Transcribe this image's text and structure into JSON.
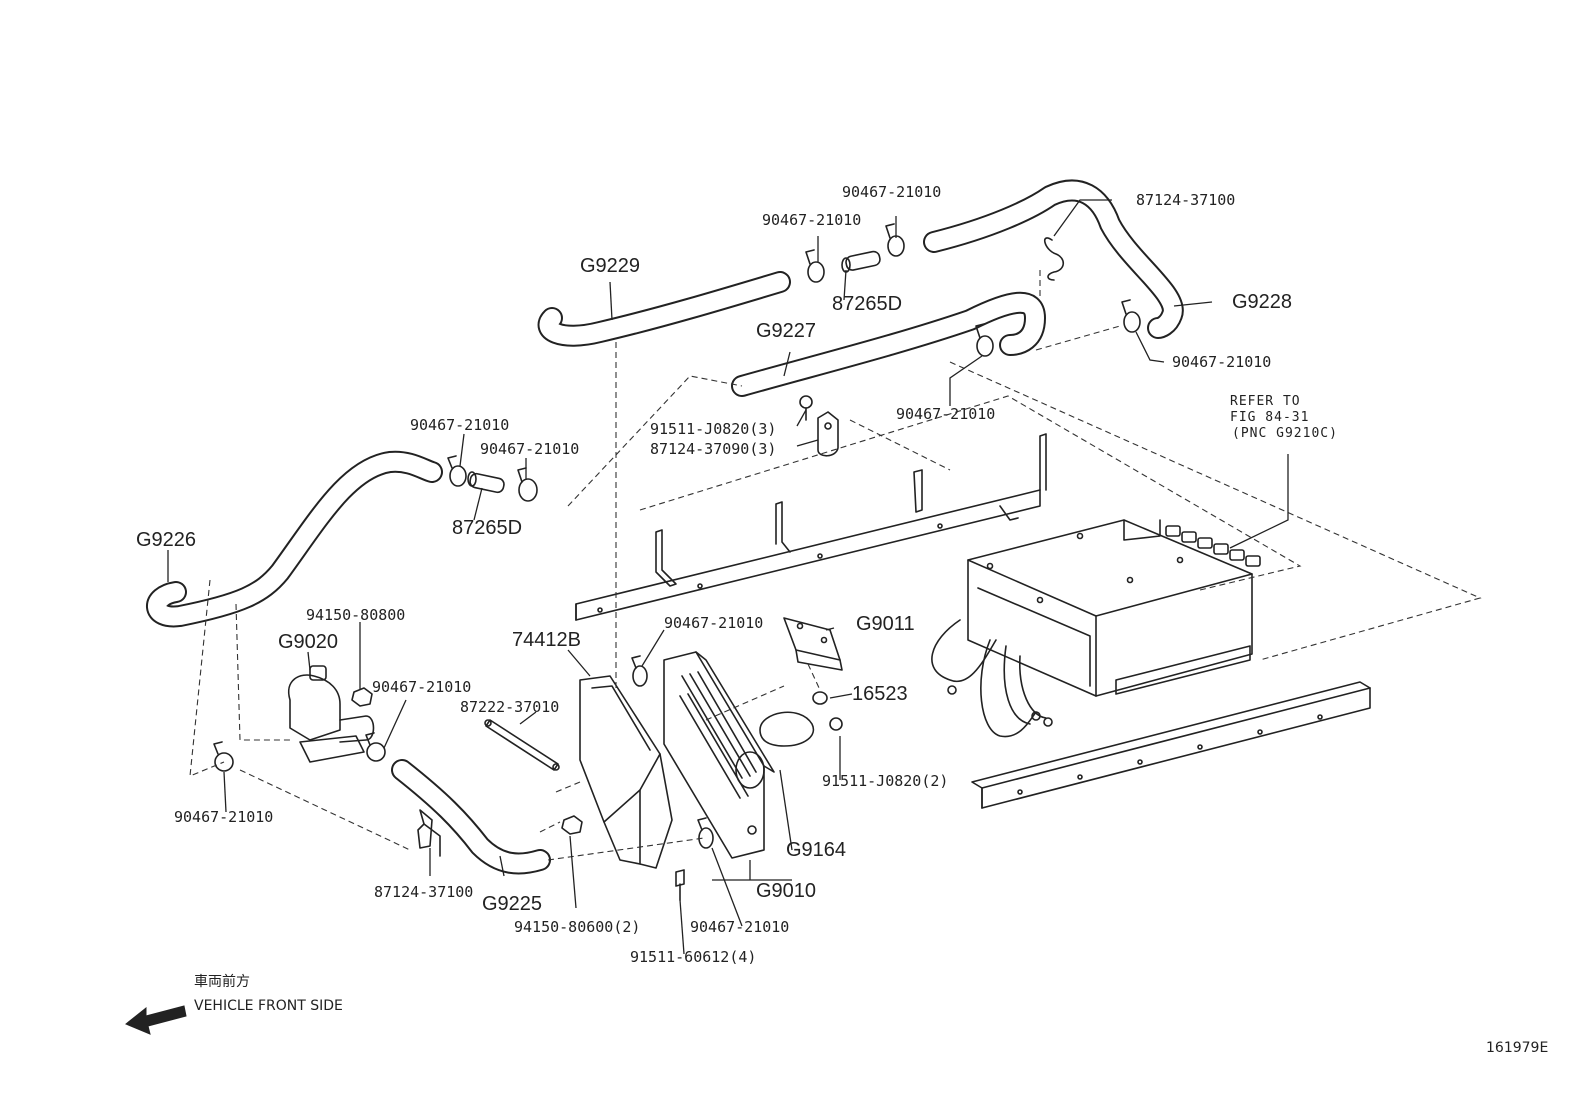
{
  "diagram_id": "161979E",
  "direction": {
    "jp": "車両前方",
    "en": "VEHICLE FRONT SIDE"
  },
  "refer_note": [
    "REFER TO",
    "FIG 84-31",
    "(PNC G9210C)"
  ],
  "labels": {
    "g9229": "G9229",
    "g9227": "G9227",
    "g9228": "G9228",
    "g9226": "G9226",
    "g9020": "G9020",
    "g9225": "G9225",
    "g9011": "G9011",
    "g9164": "G9164",
    "g9010": "G9010",
    "p74412b": "74412B",
    "p87265d_top": "87265D",
    "p87265d_left": "87265D",
    "p16523": "16523",
    "c_top_right": "90467-21010",
    "c_top_left": "90467-21010",
    "c_right_lower": "90467-21010",
    "c_mid": "90467-21010",
    "c_left_a": "90467-21010",
    "c_left_b": "90467-21010",
    "c_g9020_right": "90467-21010",
    "c_lower_left": "90467-21010",
    "c_radiator_top": "90467-21010",
    "c_radiator_bottom": "90467-21010",
    "clip_top": "87124-37100",
    "clip_lower": "87124-37100",
    "clip_mid": "87124-37090(3)",
    "bolt_mid": "91511-J0820(3)",
    "bolt_right": "91511-J0820(2)",
    "bolt_bottom": "91511-60612(4)",
    "nut_top": "94150-80800",
    "nut_bottom": "94150-80600(2)",
    "rod": "87222-37010"
  }
}
